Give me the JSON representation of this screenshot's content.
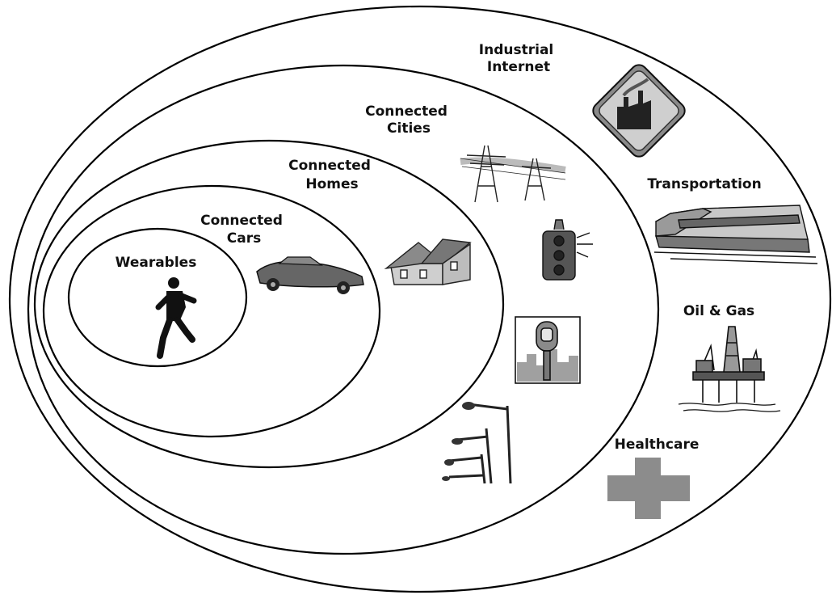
{
  "rings": [
    {
      "id": "industrial",
      "label_lines": [
        "Industrial",
        "Internet"
      ]
    },
    {
      "id": "cities",
      "label_lines": [
        "Connected",
        "Cities"
      ]
    },
    {
      "id": "homes",
      "label_lines": [
        "Connected",
        "Homes"
      ]
    },
    {
      "id": "cars",
      "label_lines": [
        "Connected",
        "Cars"
      ]
    },
    {
      "id": "wearables",
      "label_lines": [
        "Wearables"
      ]
    }
  ],
  "sectors": {
    "transportation": "Transportation",
    "oil_gas": "Oil & Gas",
    "healthcare": "Healthcare"
  },
  "icons": [
    "runner-icon",
    "car-icon",
    "house-icon",
    "power-tower-icon",
    "traffic-light-icon",
    "parking-meter-icon",
    "street-lamp-icon",
    "factory-icon",
    "train-icon",
    "oil-rig-icon",
    "medical-cross-icon"
  ],
  "colors": {
    "line": "#000000",
    "cross": "#8c8c8c",
    "background": "#ffffff"
  }
}
